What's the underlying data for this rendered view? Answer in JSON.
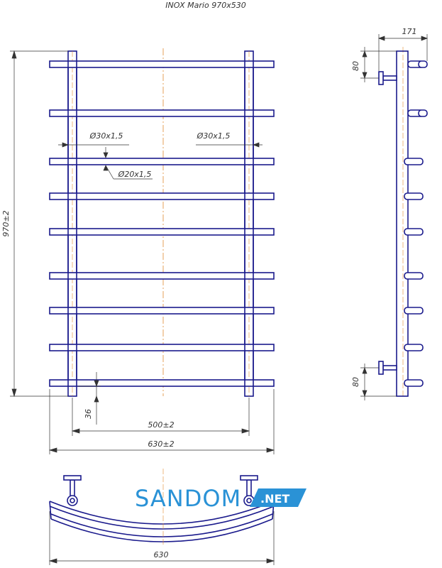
{
  "title": "INOX Mario 970x530",
  "dimensions": {
    "height": "970±2",
    "width_centers": "500±2",
    "width_total": "630±2",
    "bottom_offset": "36",
    "pipe_vertical": "Ø30x1,5",
    "pipe_vertical_right": "Ø30x1,5",
    "pipe_rung": "Ø20x1,5",
    "depth": "171",
    "mount_top": "80",
    "mount_bottom": "80",
    "plan_width": "630"
  },
  "watermark": {
    "main": "SANDOM",
    "badge": ".NET"
  },
  "colors": {
    "line": "#1a1a8c",
    "center": "#e08a30",
    "dim": "#333333",
    "brand": "#2a92d6"
  }
}
